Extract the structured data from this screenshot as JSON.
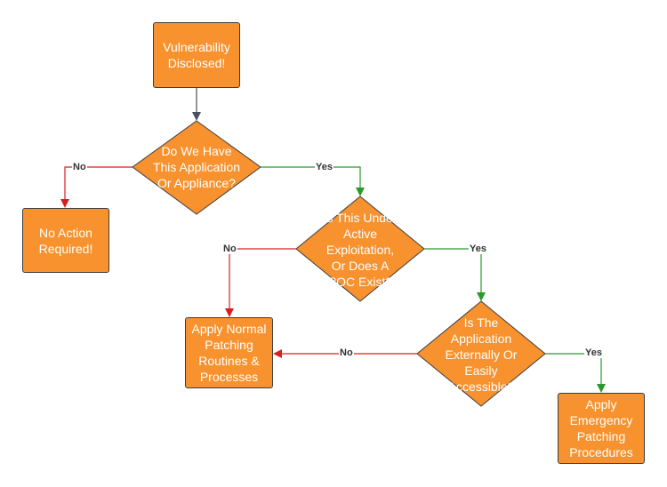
{
  "nodes": {
    "start": "Vulnerability Disclosed!",
    "q_have_app": "Do We Have This Application Or Appliance?",
    "no_action": "No Action Required!",
    "q_active_exploit": "Is This Under Active Exploitation, Or Does A POC Exist?",
    "normal_patching": "Apply Normal Patching Routines & Processes",
    "q_external": "Is The Application Externally Or Easily Accessible?",
    "emergency_patching": "Apply Emergency Patching Procedures"
  },
  "edges": {
    "have_no": "No",
    "have_yes": "Yes",
    "exploit_no": "No",
    "exploit_yes": "Yes",
    "external_no": "No",
    "external_yes": "Yes"
  },
  "colors": {
    "node_fill": "#f7922e",
    "node_border": "#3c3c3c",
    "yes_line": "#2a9a2a",
    "no_line": "#d62020",
    "neutral_line": "#4a4f5c"
  }
}
